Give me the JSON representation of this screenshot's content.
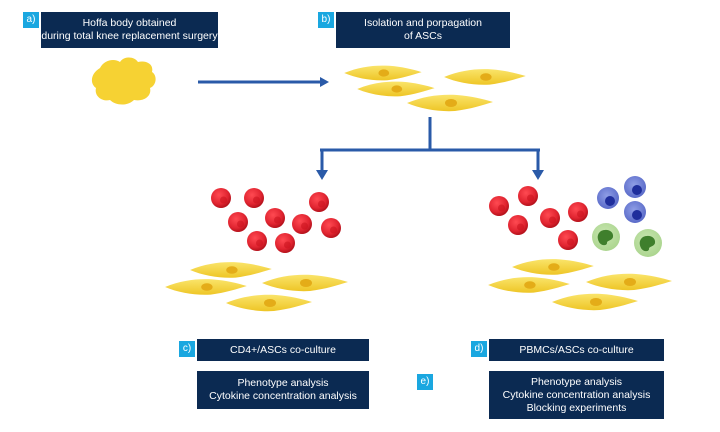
{
  "colors": {
    "tag_bg": "#1aa7e0",
    "box_bg": "#0b2a52",
    "arrow": "#2a5aa8",
    "asc_cell": "#f5d437",
    "asc_nucleus": "#e8b21c",
    "red_cell": "#e02430",
    "blue_cell": "#4d5fc0",
    "green_cell": "#4e8a3c"
  },
  "panels": {
    "a": {
      "tag": "a)",
      "lines": [
        "Hoffa body obtained",
        "during total knee replacement surgery"
      ]
    },
    "b": {
      "tag": "b)",
      "lines": [
        "Isolation and porpagation",
        "of ASCs"
      ]
    },
    "c": {
      "tag": "c)",
      "title": "CD4+/ASCs co-culture",
      "lines": [
        "Phenotype analysis",
        "Cytokine concentration analysis"
      ]
    },
    "d": {
      "tag": "d)",
      "title": "PBMCs/ASCs co-culture",
      "lines": [
        "Phenotype analysis",
        "Cytokine concentration analysis",
        "Blocking experiments"
      ]
    },
    "e": {
      "tag": "e)"
    }
  }
}
